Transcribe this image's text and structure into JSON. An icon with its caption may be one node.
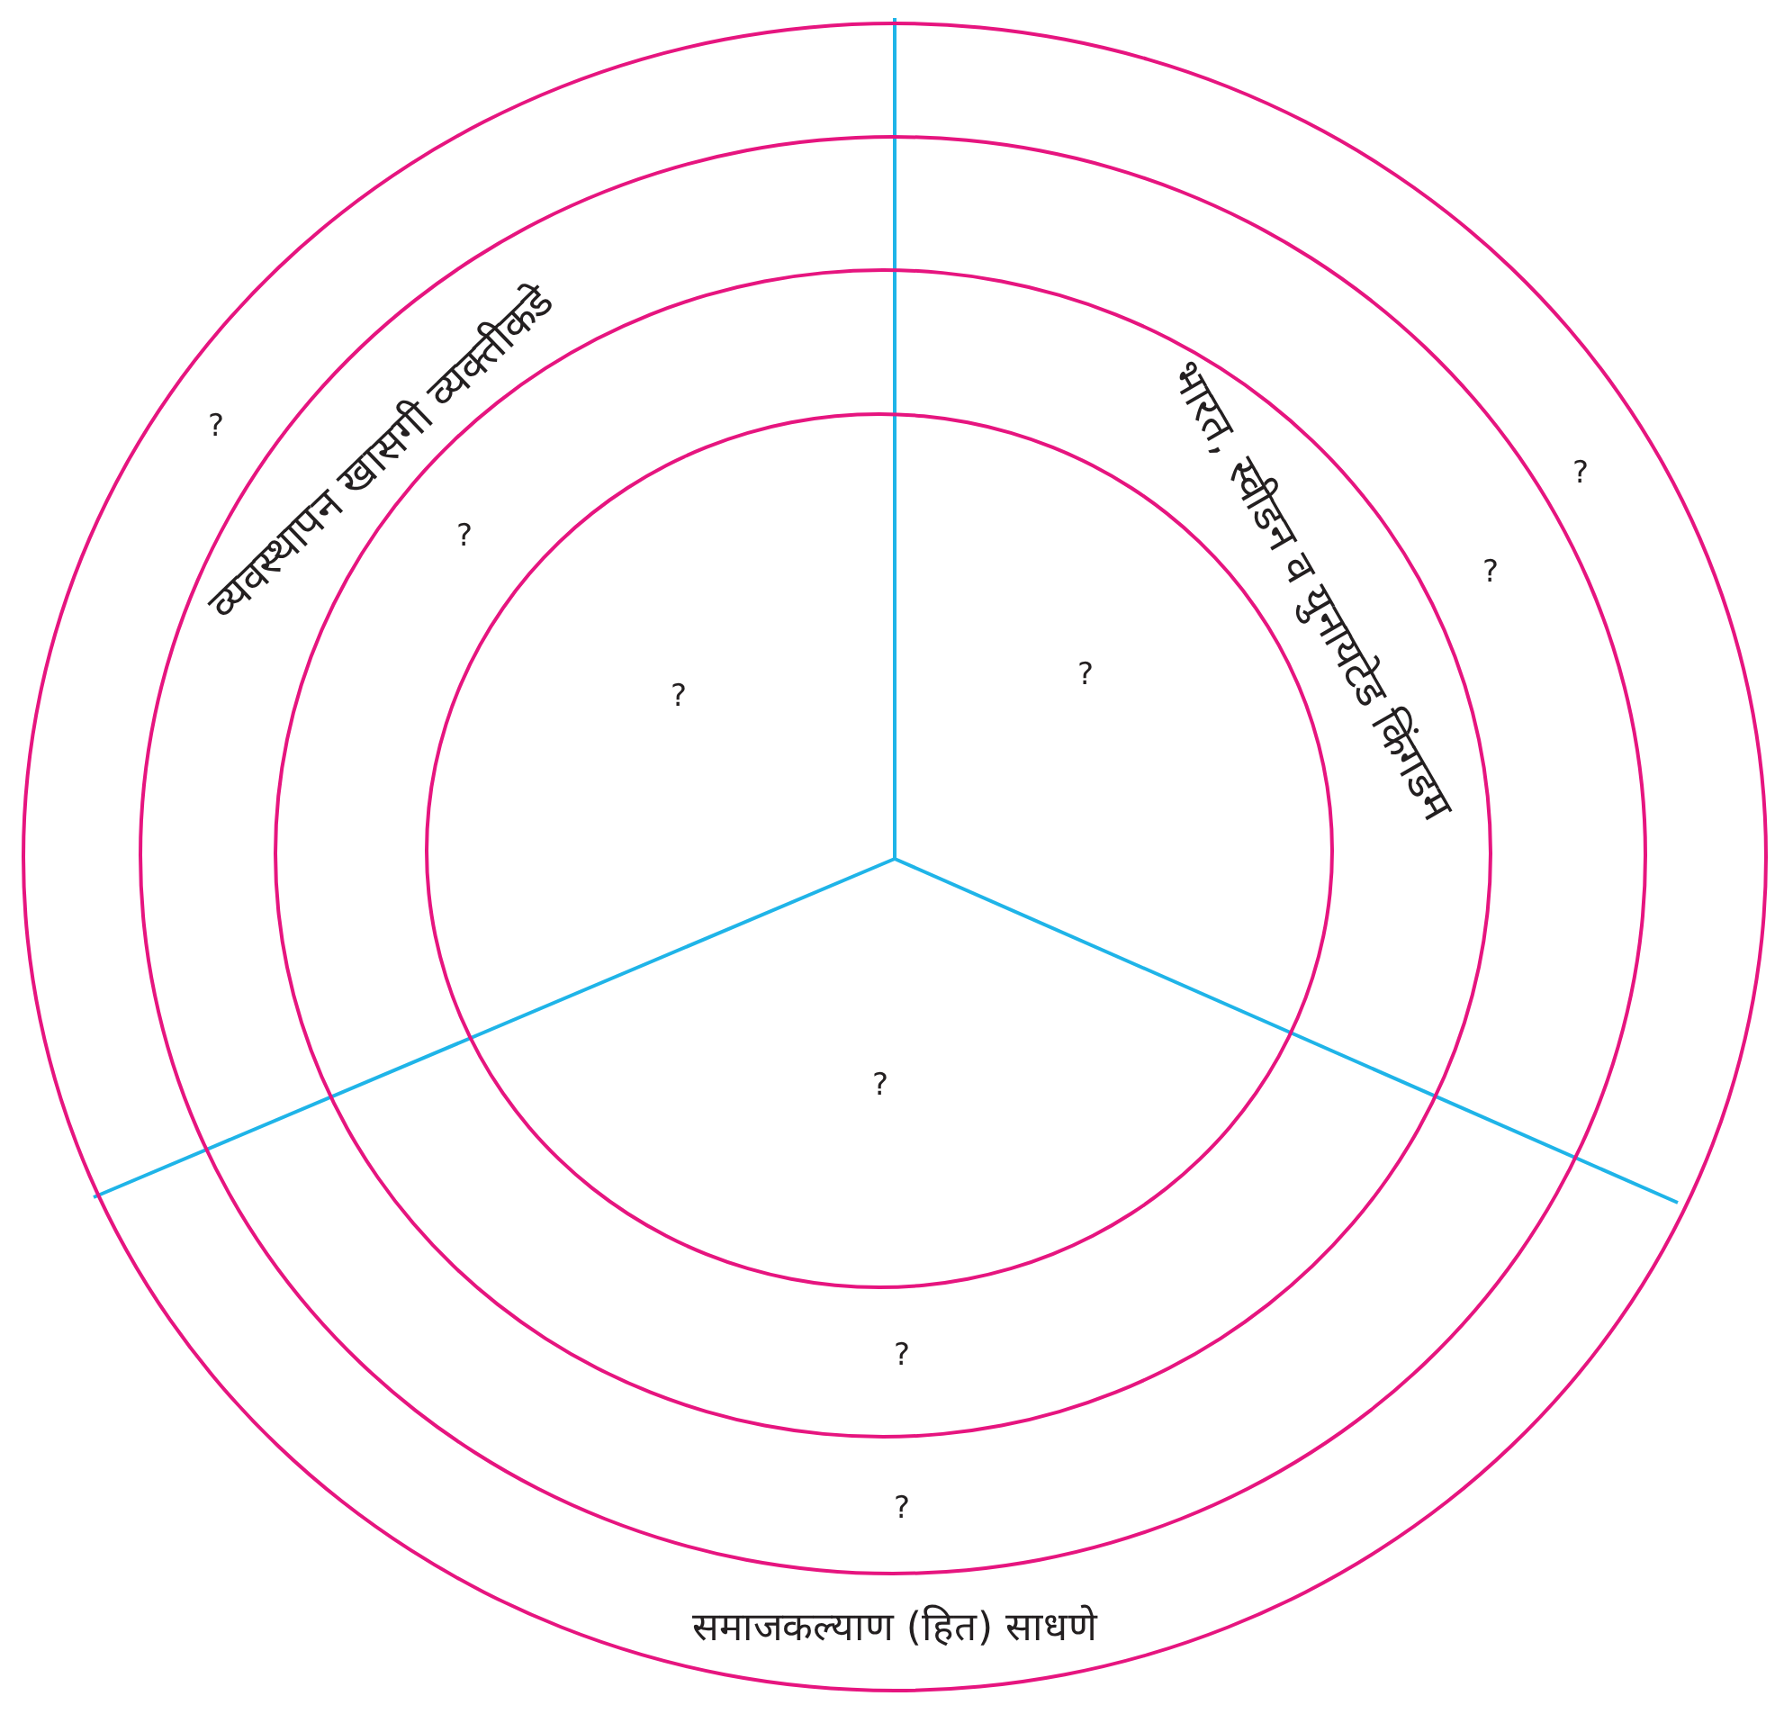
{
  "diagram": {
    "nodes": [
      {
        "text": [],
        "shape": "circle"
      },
      {
        "text": [],
        "shape": "circle",
        "in": 0
      },
      {
        "text": [],
        "shape": "circle",
        "in": 1
      },
      {
        "text": [],
        "shape": "circle",
        "in": 2
      }
    ],
    "labels": [
      "?",
      "व्यवस्थापन खासगी व्यक्तीकडे",
      "?",
      "?",
      "?",
      "भारत, स्वीडन व युनायटेड किंगडम",
      "?",
      "?",
      "?",
      "?",
      "?",
      "समाजकल्याण (हित) साधणे"
    ]
  }
}
